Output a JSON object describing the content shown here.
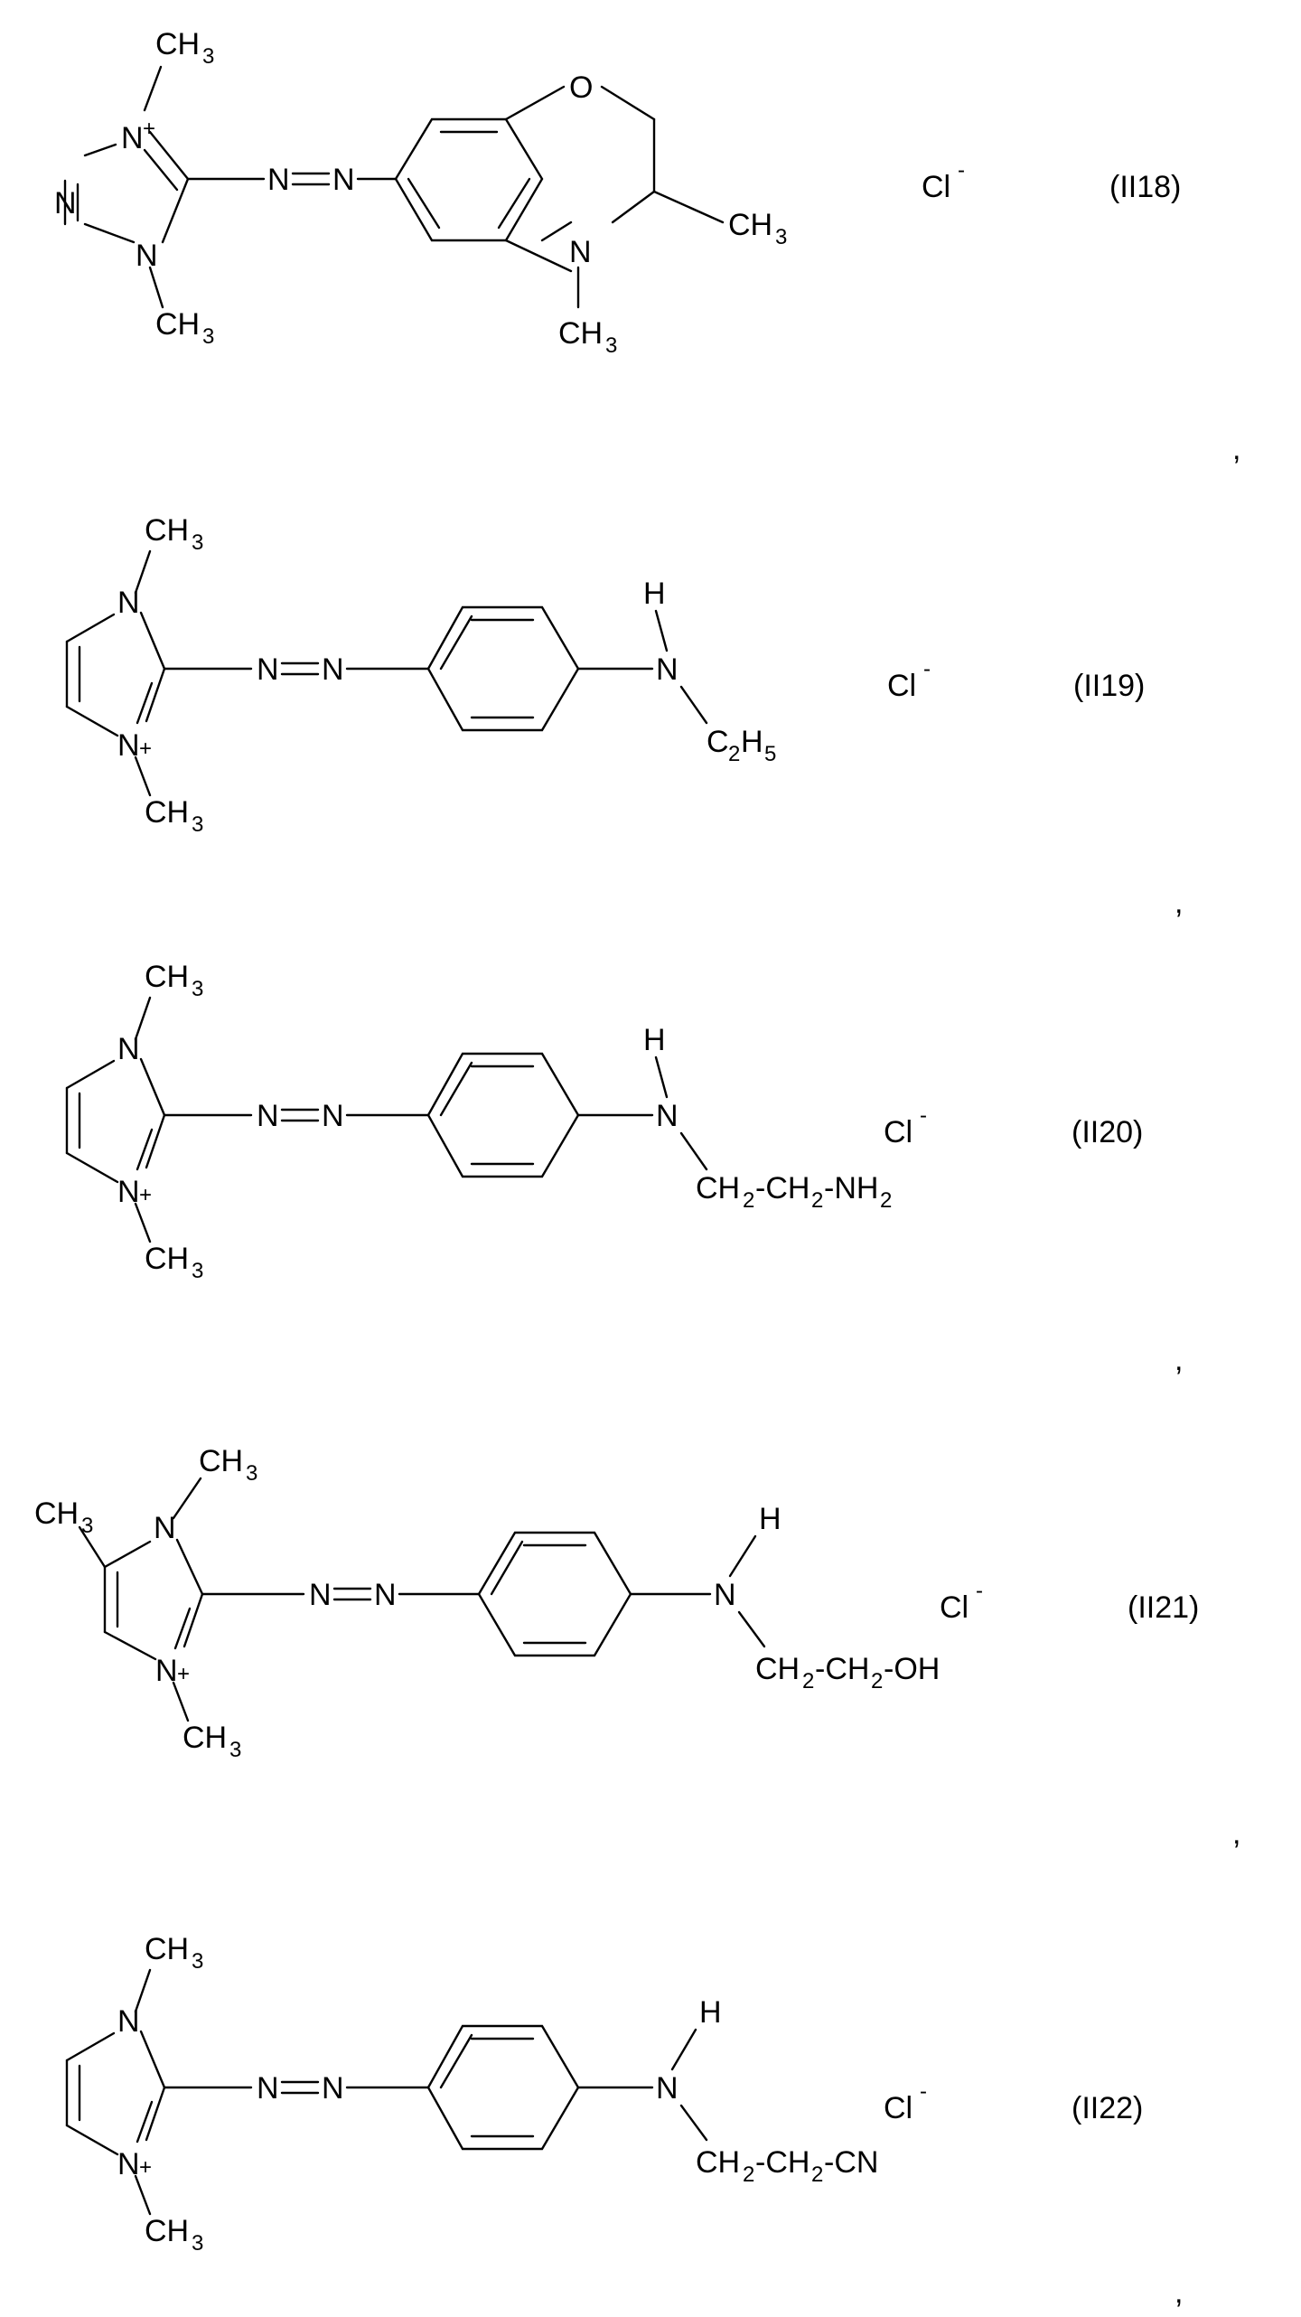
{
  "figure_type": "chemical structure sheet",
  "structures": [
    {
      "label": "(II18)",
      "counterion": "Cl",
      "counterion_charge": "-",
      "separator": ",",
      "atoms": {
        "ring_N_top": "N",
        "ring_N_top_charge": "+",
        "ring_N_left": "N",
        "ring_N_bottom": "N",
        "methyl_top": "CH",
        "methyl_top_sub": "3",
        "methyl_bottom": "CH",
        "methyl_bottom_sub": "3",
        "azo_1": "N",
        "azo_2": "N",
        "ring_O": "O",
        "ring_N_benz": "N",
        "methyl_c3": "CH",
        "methyl_c3_sub": "3",
        "methyl_n4": "CH",
        "methyl_n4_sub": "3"
      }
    },
    {
      "label": "(II19)",
      "counterion": "Cl",
      "counterion_charge": "-",
      "separator": ",",
      "atoms": {
        "ring_N_top": "N",
        "ring_N_bottom": "N",
        "ring_N_bottom_charge": "+",
        "methyl_top": "CH",
        "methyl_top_sub": "3",
        "methyl_bottom": "CH",
        "methyl_bottom_sub": "3",
        "azo_1": "N",
        "azo_2": "N",
        "amine_N": "N",
        "amine_H": "H",
        "substituent_c2h5_a": "C",
        "substituent_c2h5_a_sub": "2",
        "substituent_c2h5_b": "H",
        "substituent_c2h5_b_sub": "5"
      }
    },
    {
      "label": "(II20)",
      "counterion": "Cl",
      "counterion_charge": "-",
      "separator": ",",
      "atoms": {
        "ring_N_top": "N",
        "ring_N_bottom": "N",
        "ring_N_bottom_charge": "+",
        "methyl_top": "CH",
        "methyl_top_sub": "3",
        "methyl_bottom": "CH",
        "methyl_bottom_sub": "3",
        "azo_1": "N",
        "azo_2": "N",
        "amine_N": "N",
        "amine_H": "H",
        "chain_1": "CH",
        "chain_1_sub": "2",
        "chain_2": "-CH",
        "chain_2_sub": "2",
        "chain_3": "-NH",
        "chain_3_sub": "2"
      }
    },
    {
      "label": "(II21)",
      "counterion": "Cl",
      "counterion_charge": "-",
      "separator": ",",
      "atoms": {
        "ring_N_top": "N",
        "ring_N_bottom": "N",
        "ring_N_bottom_charge": "+",
        "methyl_top": "CH",
        "methyl_top_sub": "3",
        "methyl_bottom": "CH",
        "methyl_bottom_sub": "3",
        "methyl_c4": "CH",
        "methyl_c4_sub": "3",
        "azo_1": "N",
        "azo_2": "N",
        "amine_N": "N",
        "amine_H": "H",
        "chain_1": "CH",
        "chain_1_sub": "2",
        "chain_2": "-CH",
        "chain_2_sub": "2",
        "chain_3": "-OH"
      }
    },
    {
      "label": "(II22)",
      "counterion": "Cl",
      "counterion_charge": "-",
      "separator": ",",
      "atoms": {
        "ring_N_top": "N",
        "ring_N_bottom": "N",
        "ring_N_bottom_charge": "+",
        "methyl_top": "CH",
        "methyl_top_sub": "3",
        "methyl_bottom": "CH",
        "methyl_bottom_sub": "3",
        "azo_1": "N",
        "azo_2": "N",
        "amine_N": "N",
        "amine_H": "H",
        "chain_1": "CH",
        "chain_1_sub": "2",
        "chain_2": "-CH",
        "chain_2_sub": "2",
        "chain_3": "-CN"
      }
    }
  ]
}
